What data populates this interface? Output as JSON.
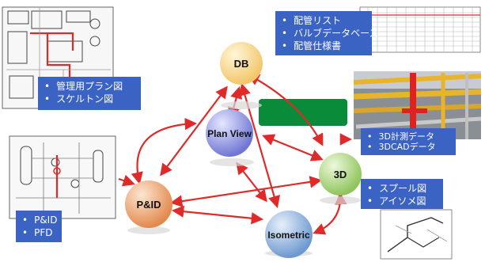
{
  "nodes": {
    "db": {
      "label": "DB",
      "color": "#f2c66b"
    },
    "plan_view": {
      "label": "Plan View",
      "color": "#7d83d8"
    },
    "three_d": {
      "label": "3D",
      "color": "#9cc96b"
    },
    "pid": {
      "label": "P&ID",
      "color": "#e59a63"
    },
    "isometric": {
      "label": "Isometric",
      "color": "#7ea3d6"
    }
  },
  "callouts": {
    "top_right": [
      "配管リスト",
      "バルブデータベース",
      "配管仕様書"
    ],
    "top_left": [
      "管理用プラン図",
      "スケルトン図"
    ],
    "right_mid": [
      "3D計測データ",
      "3DCADデータ"
    ],
    "left_mid": [
      "P&ID",
      "PFD"
    ],
    "right_low": [
      "スプール図",
      "アイソメ図"
    ]
  },
  "colors": {
    "arrow": "#e02a2a",
    "callout_bg": "#3a63c4",
    "green_box": "#0a8b3a"
  }
}
